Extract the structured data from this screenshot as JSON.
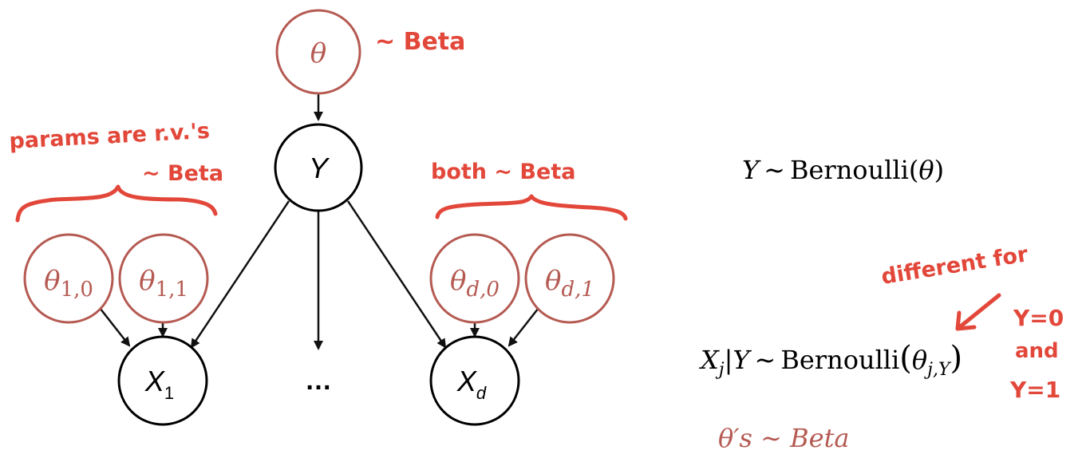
{
  "colors": {
    "param_node": "#b55a52",
    "annotation": "#e2473a",
    "node_outline": "#000000"
  },
  "nodes": {
    "theta": "θ",
    "y": "Y",
    "theta_1_0": {
      "base": "θ",
      "sub": "1,0"
    },
    "theta_1_1": {
      "base": "θ",
      "sub": "1,1"
    },
    "theta_d_0": {
      "base": "θ",
      "sub": "d,0"
    },
    "theta_d_1": {
      "base": "θ",
      "sub": "d,1"
    },
    "x1": {
      "base": "X",
      "sub": "1"
    },
    "xd": {
      "base": "X",
      "sub": "d"
    },
    "ellipsis": "…"
  },
  "annotations": {
    "theta_beta": "~ Beta",
    "params_line1": "params are r.v.'s",
    "params_line2": "~ Beta",
    "both_beta": "both ~ Beta",
    "different_for": "different for",
    "y0": "Y=0",
    "and": "and",
    "y1": "Y=1"
  },
  "equations": {
    "eq1": {
      "var": "Y",
      "tilde": "∼",
      "dist": "Bernoulli",
      "open": "(",
      "arg": "θ",
      "close": ")"
    },
    "eq2": {
      "var": "X",
      "var_sub": "j",
      "given": "|Y",
      "tilde": "∼",
      "dist": "Bernoulli",
      "open": "(",
      "arg": "θ",
      "arg_sub": "j,Y",
      "close": ")"
    },
    "eq3": "θ′s ∼ Beta"
  }
}
